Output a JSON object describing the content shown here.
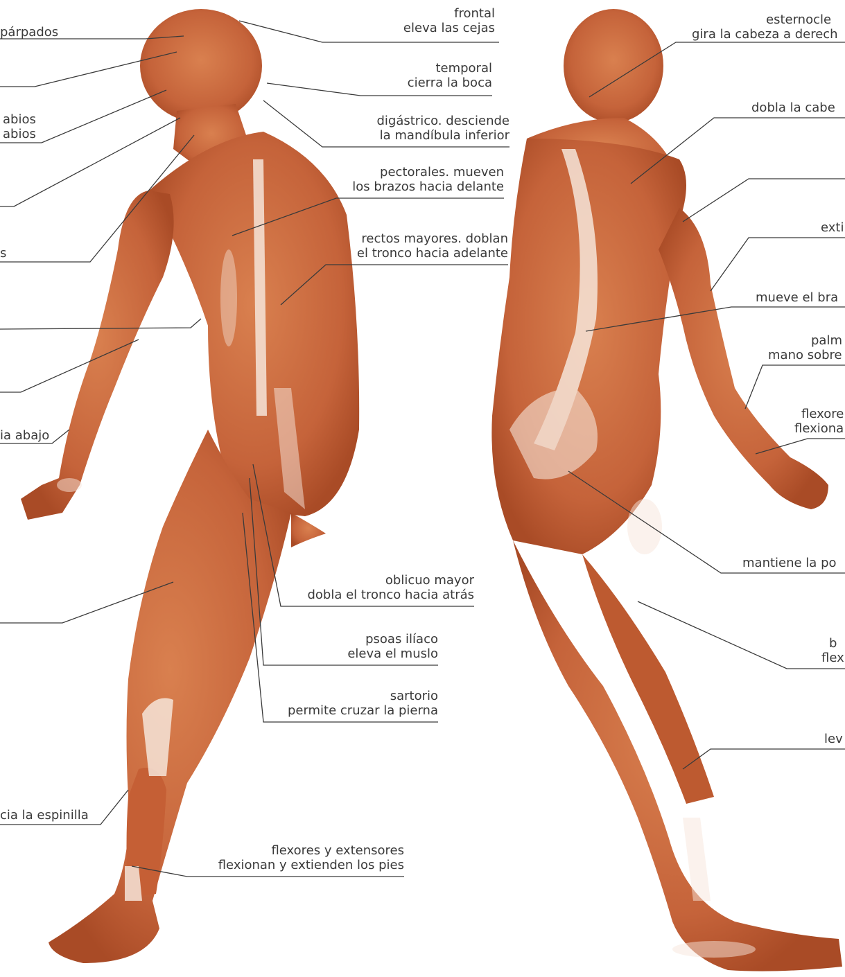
{
  "front_labels": {
    "frontal": {
      "line1": "frontal",
      "line2": "eleva las cejas"
    },
    "temporal": {
      "line1": "temporal",
      "line2": "cierra la boca"
    },
    "digastrico": {
      "line1": "digástrico. desciende",
      "line2": "la mandíbula inferior"
    },
    "pectorales": {
      "line1": "pectorales. mueven",
      "line2": "los brazos hacia delante"
    },
    "rectos": {
      "line1": "rectos mayores. doblan",
      "line2": "el tronco hacia adelante"
    },
    "oblicuo": {
      "line1": "oblicuo mayor",
      "line2": "dobla el tronco hacia atrás"
    },
    "psoas": {
      "line1": "psoas ilíaco",
      "line2": "eleva el muslo"
    },
    "sartorio": {
      "line1": "sartorio",
      "line2": "permite cruzar la pierna"
    },
    "flexores_pie": {
      "line1": "flexores y extensores",
      "line2": "flexionan y extienden los pies"
    }
  },
  "left_cut_labels": {
    "parpados": "párpados",
    "labios1": "abios",
    "labios2": "abios",
    "s": "s",
    "abajo": "ia abajo",
    "espinilla": "cia la espinilla"
  },
  "right_cut_labels": {
    "estern1": "esternocle",
    "estern2": "gira la cabeza a derech",
    "dobla": "dobla la cabe",
    "exti": "exti",
    "brazo": "mueve el bra",
    "palm1": "palm",
    "palm2": "mano sobre",
    "flex1": "flexore",
    "flex2": "flexiona",
    "postura": "mantiene la po",
    "b1": "b",
    "b2": "flex",
    "lev": "lev"
  },
  "colors": {
    "muscle": "#c8663a",
    "muscle_dark": "#a84a25",
    "tendon": "#f6e6da",
    "text": "#3a3a3a",
    "leader": "#3a3a3a"
  }
}
